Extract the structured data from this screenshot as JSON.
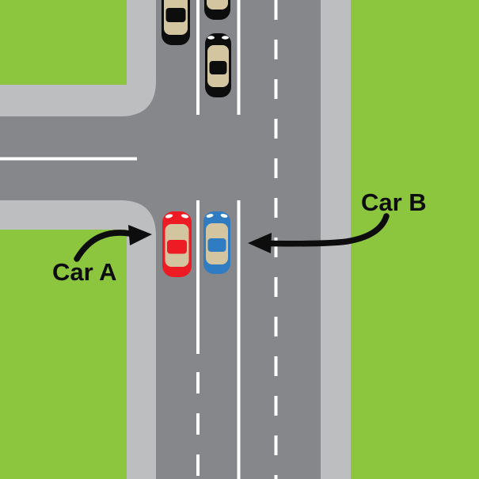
{
  "scene": {
    "type": "traffic-intersection-diagram",
    "labels": {
      "car_a": "Car A",
      "car_b": "Car B"
    },
    "colors": {
      "grass": "#8CC63F",
      "sidewalk": "#BDBEC0",
      "road": "#85878A",
      "lane_marking": "#FFFFFF",
      "car_red": "#ED1C24",
      "car_blue": "#2F7CC3",
      "car_black": "#0D0D0D",
      "car_glass": "#D2C5A0",
      "headlight": "#FFFFFF",
      "annotation": "#0D0D0D"
    },
    "cars": [
      {
        "id": "car-a",
        "body_color": "red",
        "labeled": "Car A"
      },
      {
        "id": "car-b",
        "body_color": "blue",
        "labeled": "Car B"
      },
      {
        "id": "background-car-1",
        "body_color": "black",
        "labeled": ""
      },
      {
        "id": "background-car-2",
        "body_color": "black",
        "labeled": ""
      },
      {
        "id": "background-car-3",
        "body_color": "black",
        "labeled": ""
      }
    ]
  }
}
